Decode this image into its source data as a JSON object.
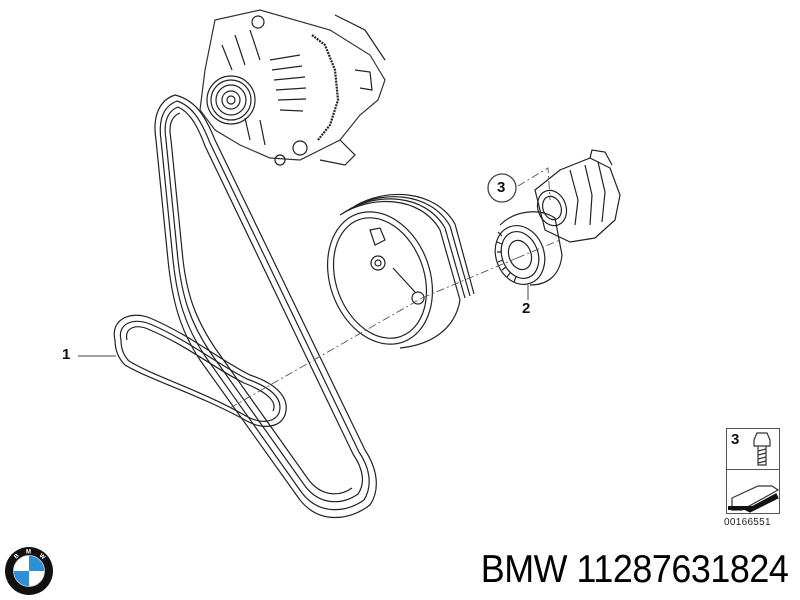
{
  "diagram": {
    "type": "exploded-parts-diagram",
    "subject": "Belt drive (alternator, ribbed V-belt, tensioner)",
    "callouts": [
      {
        "id": "1",
        "label": "1",
        "part": "ribbed-v-belt"
      },
      {
        "id": "2",
        "label": "2",
        "part": "tensioner-pulley"
      },
      {
        "id": "3",
        "label": "3",
        "part": "belt-tensioner-bolt"
      }
    ],
    "legend": {
      "number": "3",
      "icon": "bolt-icon",
      "arrow_icon": "direction-arrow-icon",
      "code": "00166551"
    }
  },
  "footer": {
    "brand": "BMW",
    "part_number_text": "BMW 11287631824",
    "logo": {
      "name": "bmw-logo",
      "colors": {
        "ring": "#111111",
        "blue": "#2f8fd6",
        "white": "#ffffff"
      }
    }
  }
}
